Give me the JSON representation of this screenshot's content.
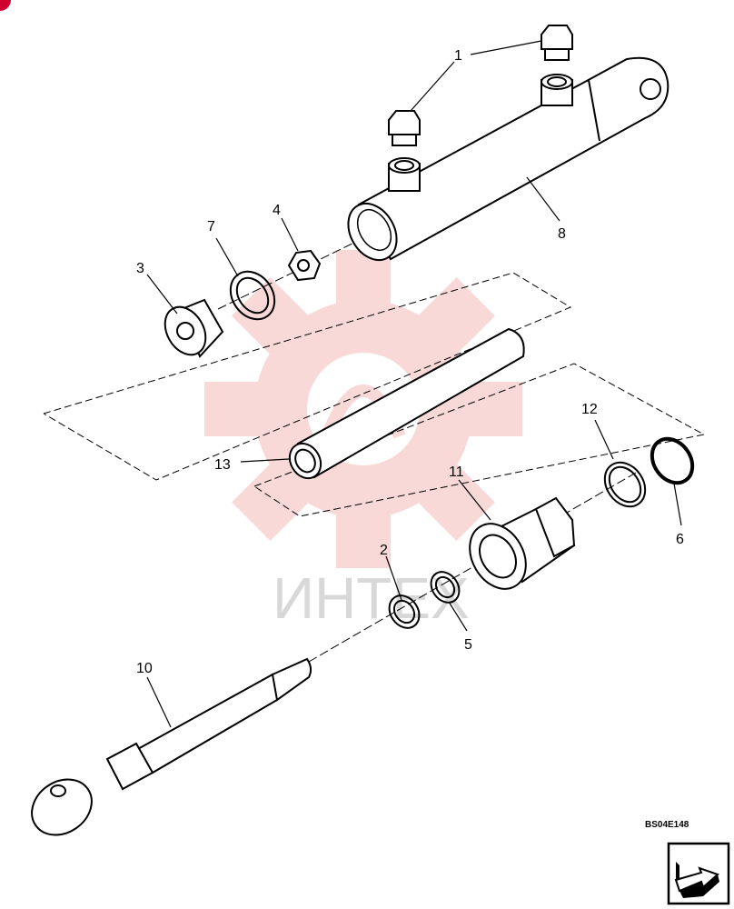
{
  "diagram": {
    "drawing_code": "BS04E148",
    "watermark_text": "ИНТЕХ",
    "callouts": [
      {
        "id": "1",
        "label": "1"
      },
      {
        "id": "2",
        "label": "2"
      },
      {
        "id": "3",
        "label": "3"
      },
      {
        "id": "4",
        "label": "4"
      },
      {
        "id": "5",
        "label": "5"
      },
      {
        "id": "6",
        "label": "6"
      },
      {
        "id": "7",
        "label": "7"
      },
      {
        "id": "8",
        "label": "8"
      },
      {
        "id": "10",
        "label": "10"
      },
      {
        "id": "11",
        "label": "11"
      },
      {
        "id": "12",
        "label": "12"
      },
      {
        "id": "13",
        "label": "13"
      }
    ]
  },
  "nav": {
    "next_page_icon": "arrow-right-icon"
  },
  "colors": {
    "line": "#000000",
    "watermark": "#f2a9a9",
    "corner_marker": "#d0002f"
  }
}
